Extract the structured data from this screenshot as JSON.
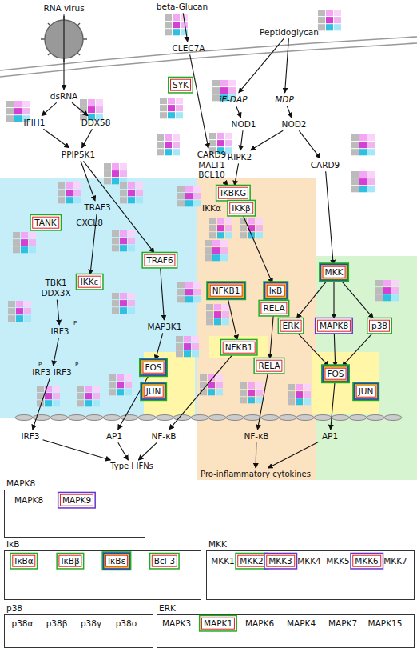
{
  "diagram": {
    "nodes": [
      {
        "text": [
          "RNA virus"
        ]
      },
      {
        "text": [
          "beta-Glucan"
        ]
      },
      {
        "text": [
          "Peptidoglycan"
        ]
      },
      {
        "text": [
          "CLEC7A"
        ]
      },
      {
        "text": [
          "dsRNA"
        ]
      },
      {
        "text": [
          "SYK"
        ]
      },
      {
        "text": [
          "iE-DAP"
        ]
      },
      {
        "text": [
          "MDP"
        ]
      },
      {
        "text": [
          "IFIH1"
        ]
      },
      {
        "text": [
          "DDX58"
        ]
      },
      {
        "text": [
          "NOD1"
        ]
      },
      {
        "text": [
          "NOD2"
        ]
      },
      {
        "text": [
          "CARD9 MALT1 BCL10"
        ]
      },
      {
        "text": [
          "PPIP5K1"
        ]
      },
      {
        "text": [
          "RIPK2"
        ]
      },
      {
        "text": [
          "CARD9"
        ]
      },
      {
        "text": [
          "TRAF3"
        ]
      },
      {
        "text": [
          "IKBKG"
        ]
      },
      {
        "text": [
          "IKKα"
        ]
      },
      {
        "text": [
          "IKKβ"
        ]
      },
      {
        "text": [
          "TANK"
        ]
      },
      {
        "text": [
          "CXCL8"
        ]
      },
      {
        "text": [
          "TRAF6"
        ]
      },
      {
        "text": [
          "MKK"
        ]
      },
      {
        "text": [
          "IKKε"
        ]
      },
      {
        "text": [
          "TBK1 DDX3X"
        ]
      },
      {
        "text": [
          "NFKB1"
        ]
      },
      {
        "text": [
          "IκB"
        ]
      },
      {
        "text": [
          "RELA"
        ]
      },
      {
        "text": [
          "ERK"
        ]
      },
      {
        "text": [
          "MAPK8"
        ]
      },
      {
        "text": [
          "p38"
        ]
      },
      {
        "text": [
          "MAP3K1"
        ]
      },
      {
        "text": [
          "IRF3"
        ]
      },
      {
        "text": [
          "FOS"
        ]
      },
      {
        "text": [
          "JUN"
        ]
      },
      {
        "text": [
          "NFKB1"
        ]
      },
      {
        "text": [
          "RELA"
        ]
      },
      {
        "text": [
          "FOS"
        ]
      },
      {
        "text": [
          "JUN"
        ]
      },
      {
        "text": [
          "IRF3 IRF3"
        ]
      },
      {
        "text": [
          "IRF3"
        ]
      },
      {
        "text": [
          "AP1"
        ]
      },
      {
        "text": [
          "NF-κB"
        ]
      },
      {
        "text": [
          "NF-κB"
        ]
      },
      {
        "text": [
          "AP1"
        ]
      },
      {
        "text": [
          "Type I IFNs"
        ]
      },
      {
        "text": [
          "Pro-inflammatory cytokines"
        ]
      },
      {
        "text": [
          "MAPK8"
        ]
      },
      {
        "text": [
          "MAPK8"
        ],
        "in": 48
      },
      {
        "text": [
          "MAPK9"
        ],
        "in": 48
      },
      {
        "text": [
          "IκB"
        ]
      },
      {
        "text": [
          "IκBα"
        ],
        "in": 51
      },
      {
        "text": [
          "IκBβ"
        ],
        "in": 51
      },
      {
        "text": [
          "IκBε"
        ],
        "in": 51
      },
      {
        "text": [
          "Bcl-3"
        ],
        "in": 51
      },
      {
        "text": [
          "MKK"
        ]
      },
      {
        "text": [
          "MKK1"
        ],
        "in": 56
      },
      {
        "text": [
          "MKK2"
        ],
        "in": 56
      },
      {
        "text": [
          "MKK3"
        ],
        "in": 56
      },
      {
        "text": [
          "MKK4"
        ],
        "in": 56
      },
      {
        "text": [
          "MKK5"
        ],
        "in": 56
      },
      {
        "text": [
          "MKK6"
        ],
        "in": 56
      },
      {
        "text": [
          "MKK7"
        ],
        "in": 56
      },
      {
        "text": [
          "p38"
        ]
      },
      {
        "text": [
          "p38α"
        ],
        "in": 64
      },
      {
        "text": [
          "p38β"
        ],
        "in": 64
      },
      {
        "text": [
          "p38γ"
        ],
        "in": 64
      },
      {
        "text": [
          "p38σ"
        ],
        "in": 64
      },
      {
        "text": [
          "ERK"
        ]
      },
      {
        "text": [
          "MAPK3"
        ],
        "in": 69
      },
      {
        "text": [
          "MAPK1"
        ],
        "in": 69
      },
      {
        "text": [
          "MAPK6"
        ],
        "in": 69
      },
      {
        "text": [
          "MAPK4"
        ],
        "in": 69
      },
      {
        "text": [
          "MAPK7"
        ],
        "in": 69
      },
      {
        "text": [
          "MAPK15"
        ],
        "in": 69
      }
    ],
    "edges": [
      {
        "from": 0,
        "to": 4,
        "arrow": "to"
      },
      {
        "from": 4,
        "to": 8,
        "arrow": "to"
      },
      {
        "from": 4,
        "to": 9,
        "arrow": "to"
      },
      {
        "from": 8,
        "to": 13,
        "arrow": "to"
      },
      {
        "from": 9,
        "to": 13,
        "arrow": "to"
      },
      {
        "from": 13,
        "to": 16,
        "arrow": "to"
      },
      {
        "from": 13,
        "to": 22,
        "arrow": "to"
      },
      {
        "from": 16,
        "to": 24,
        "arrow": "to"
      },
      {
        "from": 25,
        "to": 33,
        "arrow": "to"
      },
      {
        "from": 33,
        "to": 40,
        "arrow": "to"
      },
      {
        "from": 40,
        "to": 41,
        "arrow": "to"
      },
      {
        "from": 1,
        "to": 3,
        "arrow": "to"
      },
      {
        "from": 3,
        "to": 12,
        "arrow": "to"
      },
      {
        "from": 12,
        "to": 17,
        "arrow": "to"
      },
      {
        "from": 2,
        "to": 6,
        "arrow": "to"
      },
      {
        "from": 2,
        "to": 7,
        "arrow": "to"
      },
      {
        "from": 6,
        "to": 10,
        "arrow": "to"
      },
      {
        "from": 7,
        "to": 11,
        "arrow": "to"
      },
      {
        "from": 10,
        "to": 14,
        "arrow": "to"
      },
      {
        "from": 11,
        "to": 14,
        "arrow": "to"
      },
      {
        "from": 11,
        "to": 15,
        "arrow": "to"
      },
      {
        "from": 14,
        "to": 17,
        "arrow": "to"
      },
      {
        "from": 15,
        "to": 23,
        "arrow": "to"
      },
      {
        "from": 22,
        "to": 32,
        "arrow": "to"
      },
      {
        "from": 32,
        "to": 34,
        "arrow": "to"
      },
      {
        "from": 17,
        "to": 27,
        "arrow": "to"
      },
      {
        "from": 26,
        "to": 36,
        "arrow": "to"
      },
      {
        "from": 28,
        "to": 37,
        "arrow": "to"
      },
      {
        "from": 23,
        "to": 29,
        "arrow": "to"
      },
      {
        "from": 23,
        "to": 30,
        "arrow": "to"
      },
      {
        "from": 23,
        "to": 31,
        "arrow": "to"
      },
      {
        "from": 29,
        "to": 38,
        "arrow": "to"
      },
      {
        "from": 30,
        "to": 38,
        "arrow": "to"
      },
      {
        "from": 31,
        "to": 38,
        "arrow": "to"
      },
      {
        "from": 34,
        "to": 42,
        "arrow": "to"
      },
      {
        "from": 36,
        "to": 43,
        "arrow": "to"
      },
      {
        "from": 37,
        "to": 44,
        "arrow": "to"
      },
      {
        "from": 38,
        "to": 45,
        "arrow": "to"
      },
      {
        "from": 41,
        "to": 46,
        "arrow": "to"
      },
      {
        "from": 42,
        "to": 46,
        "arrow": "to"
      },
      {
        "from": 43,
        "to": 46,
        "arrow": "to"
      },
      {
        "from": 44,
        "to": 47,
        "arrow": "to"
      },
      {
        "from": 45,
        "to": 47,
        "arrow": "to"
      }
    ],
    "labels": [
      "P",
      "P",
      "P"
    ]
  }
}
